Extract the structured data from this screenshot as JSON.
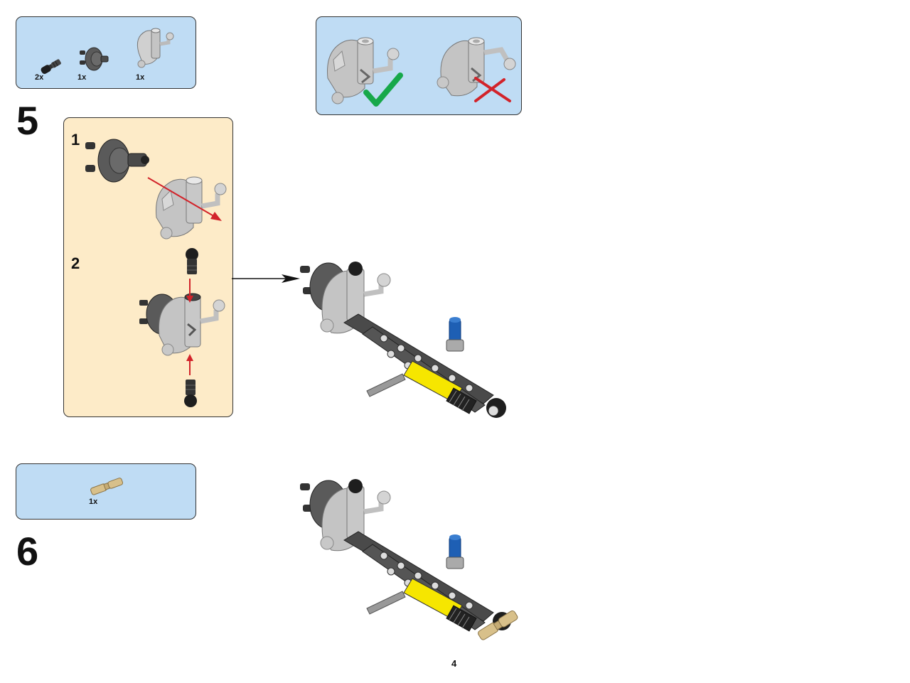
{
  "step5": {
    "number": "5",
    "parts": [
      {
        "qty": "2x",
        "icon": "black-axle-pin-icon"
      },
      {
        "qty": "1x",
        "icon": "steering-hub-icon"
      },
      {
        "qty": "1x",
        "icon": "steering-knuckle-icon"
      }
    ],
    "substeps": [
      "1",
      "2"
    ]
  },
  "orientation_hint": {
    "correct_icon": "green-check-icon",
    "wrong_icon": "red-x-icon"
  },
  "step6": {
    "number": "6",
    "parts": [
      {
        "qty": "1x",
        "icon": "tan-axle-pin-icon"
      }
    ]
  },
  "page": {
    "number": "4"
  },
  "colors": {
    "parts_box": "#bfdcf4",
    "substep_box": "#fdebc8",
    "arrow_red": "#d2232a",
    "check_green": "#17a84a",
    "part_dark_gray": "#5a5a5a",
    "part_light_gray": "#b8b8b8",
    "part_black": "#1e1e1e",
    "part_yellow": "#f6e600",
    "part_blue": "#1e5fb4",
    "part_tan": "#d8c08a"
  }
}
